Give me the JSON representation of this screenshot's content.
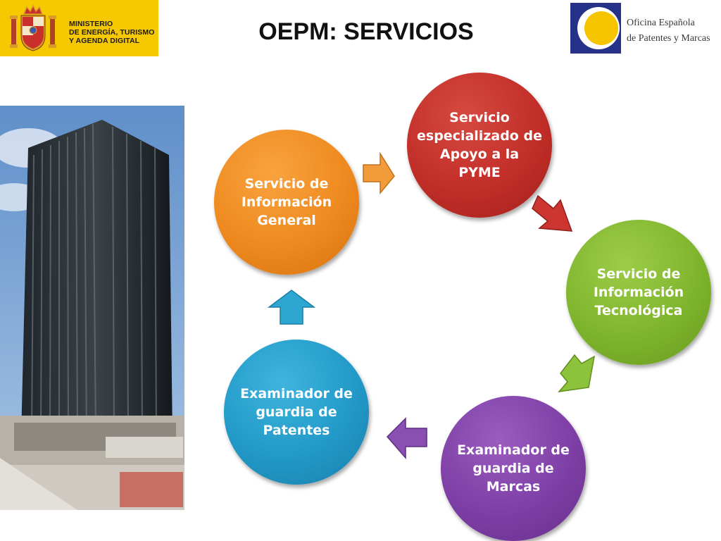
{
  "header": {
    "ministry_lines": [
      "MINISTERIO",
      "DE ENERGÍA, TURISMO",
      "Y AGENDA DIGITAL"
    ],
    "title": "OEPM: SERVICIOS",
    "oepm_lines": [
      "Oficina Española",
      "de Patentes y Marcas"
    ]
  },
  "diagram": {
    "nodes": [
      {
        "id": "general",
        "label": "Servicio de Información General",
        "color": "#ee8a1f"
      },
      {
        "id": "pyme",
        "label": "Servicio especializado de Apoyo a la PYME",
        "color": "#c22e28"
      },
      {
        "id": "tecnologica",
        "label": "Servicio de Información Tecnológica",
        "color": "#7fb52d"
      },
      {
        "id": "marcas",
        "label": "Examinador de guardia de Marcas",
        "color": "#7e3fa6"
      },
      {
        "id": "patentes",
        "label": "Examinador de guardia de Patentes",
        "color": "#2299c8"
      }
    ],
    "arrows": [
      {
        "from": "general",
        "to": "pyme",
        "color": "#f29b3a"
      },
      {
        "from": "pyme",
        "to": "tecnologica",
        "color": "#cc3530"
      },
      {
        "from": "tecnologica",
        "to": "marcas",
        "color": "#8cc23c"
      },
      {
        "from": "marcas",
        "to": "patentes",
        "color": "#8a4fb3"
      },
      {
        "from": "patentes",
        "to": "general",
        "color": "#2ea6d2"
      }
    ]
  },
  "images": {
    "building": "building-photo",
    "coat_of_arms": "coat-of-arms-icon",
    "oepm_logo": "oepm-logo-icon"
  }
}
